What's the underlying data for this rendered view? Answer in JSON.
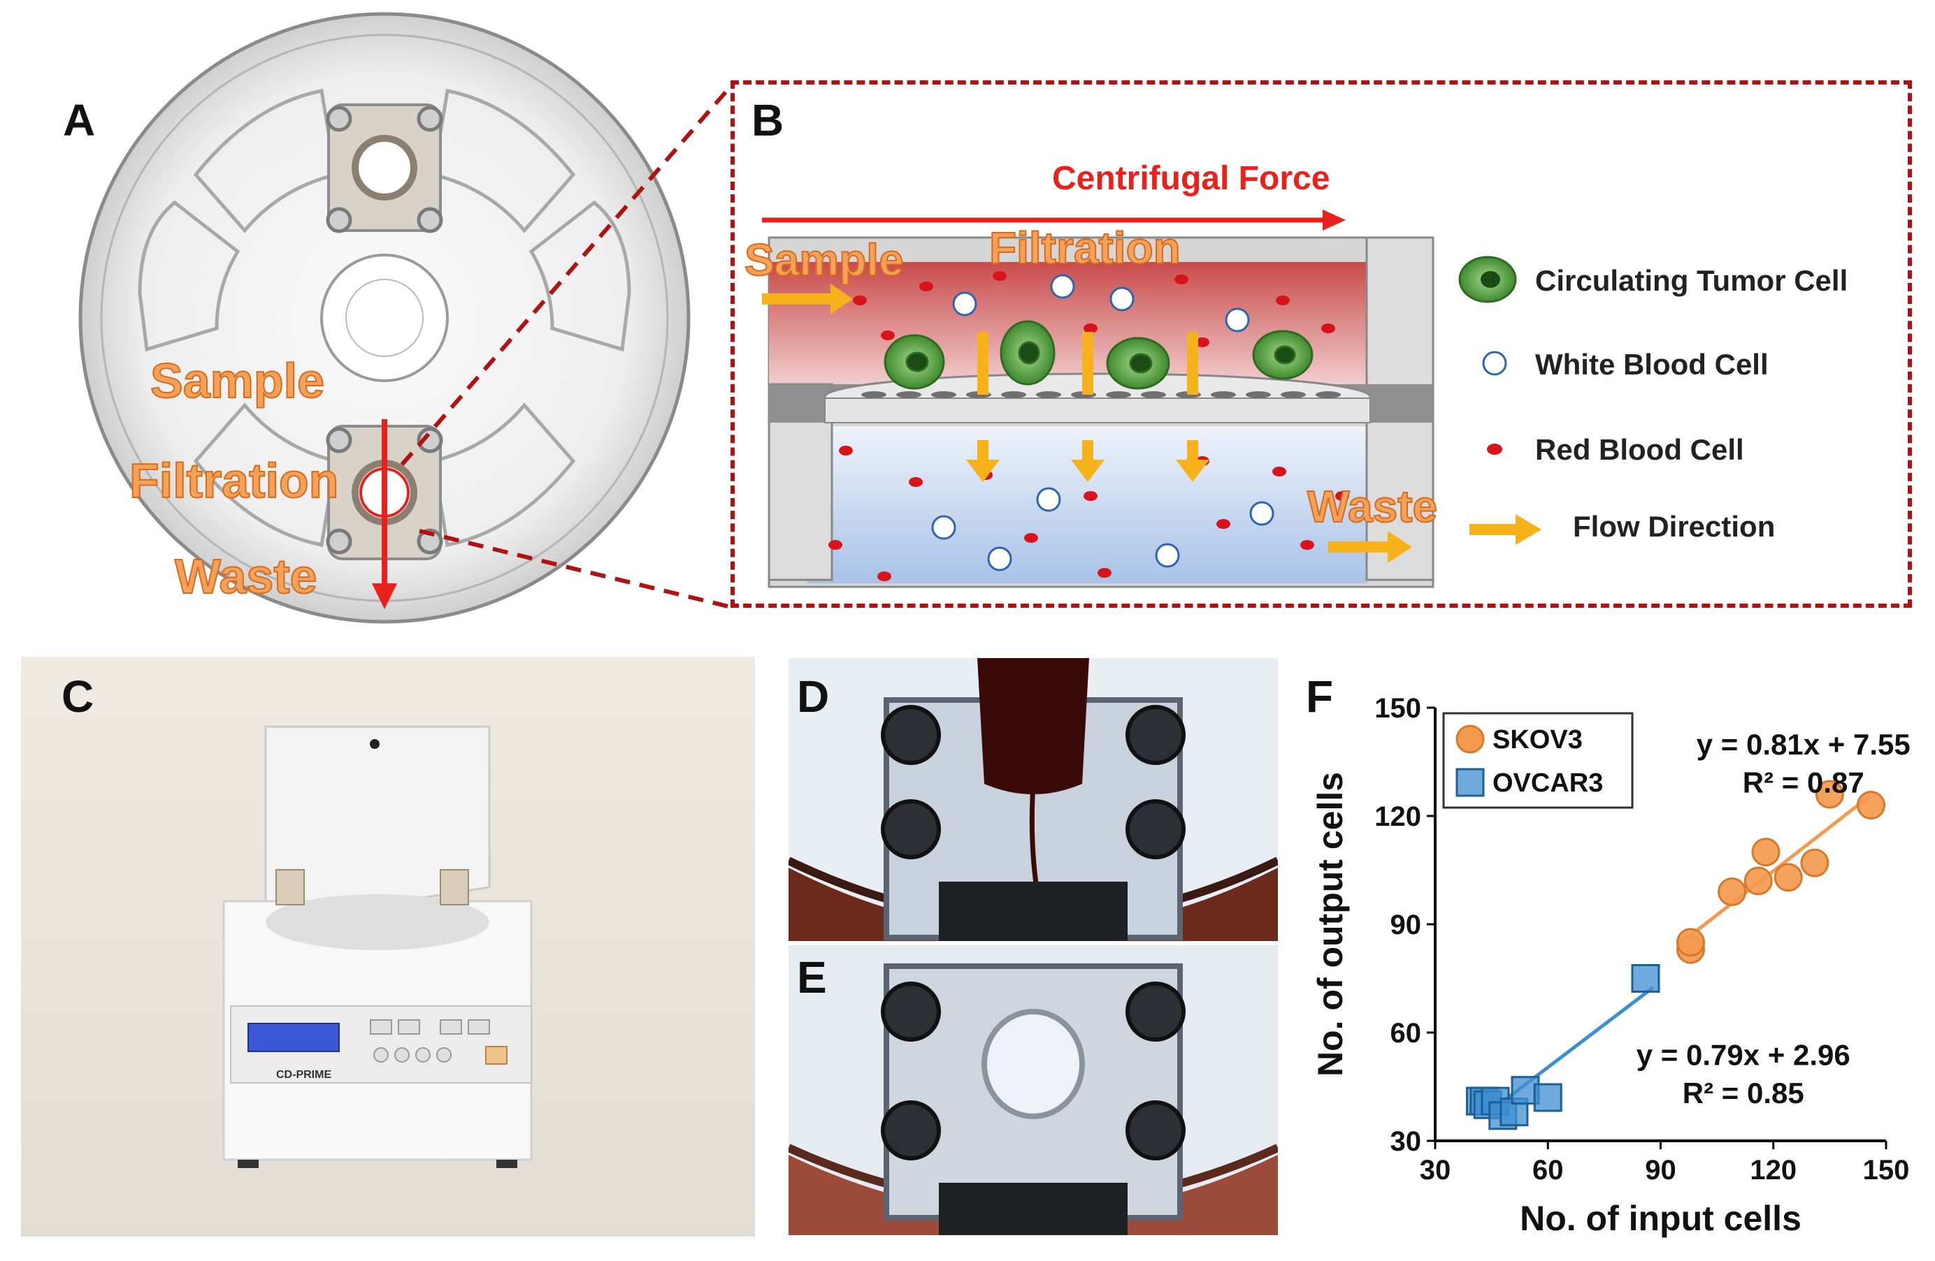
{
  "panels": {
    "a": {
      "letter": "A",
      "labels": {
        "sample": "Sample",
        "filtration": "Filtration",
        "waste": "Waste"
      }
    },
    "b": {
      "letter": "B",
      "force": "Centrifugal Force",
      "sample": "Sample",
      "filtration": "Filtration",
      "waste": "Waste",
      "legend": [
        "Circulating Tumor Cell",
        "White Blood Cell",
        "Red Blood Cell",
        "Flow Direction"
      ]
    },
    "c": {
      "letter": "C",
      "device_label": "CD-PRIME"
    },
    "d": {
      "letter": "D"
    },
    "e": {
      "letter": "E"
    },
    "f": {
      "letter": "F"
    }
  },
  "colors": {
    "orange_label": "#f4a15a",
    "red_arrow": "#e8211d",
    "flow_yellow": "#f7b21b",
    "skov3": "#f39a4f",
    "ovcar3": "#3d8fd0",
    "ctc_green": "#4f9a3c"
  },
  "chart_data": {
    "type": "scatter",
    "xlabel": "No. of input cells",
    "ylabel": "No. of output cells",
    "xlim": [
      30,
      150
    ],
    "ylim": [
      30,
      150
    ],
    "xticks": [
      30,
      60,
      90,
      120,
      150
    ],
    "yticks": [
      30,
      60,
      90,
      120,
      150
    ],
    "grid": false,
    "legend_position": "top-left",
    "series": [
      {
        "name": "SKOV3",
        "marker": "circle",
        "color": "#f39a4f",
        "points": [
          [
            98,
            83
          ],
          [
            98,
            85
          ],
          [
            109,
            99
          ],
          [
            116,
            102
          ],
          [
            118,
            110
          ],
          [
            124,
            103
          ],
          [
            131,
            107
          ],
          [
            135,
            126
          ],
          [
            146,
            123
          ]
        ],
        "fit": {
          "slope": 0.81,
          "intercept": 7.55,
          "x_range": [
            98,
            146
          ]
        },
        "equation": "y = 0.81x + 7.55",
        "r2": "R² = 0.87"
      },
      {
        "name": "OVCAR3",
        "marker": "square",
        "color": "#3d8fd0",
        "points": [
          [
            42,
            41
          ],
          [
            43,
            41
          ],
          [
            44,
            40
          ],
          [
            46,
            41
          ],
          [
            48,
            37
          ],
          [
            51,
            38
          ],
          [
            54,
            44
          ],
          [
            60,
            42
          ],
          [
            86,
            75
          ]
        ],
        "fit": {
          "slope": 0.79,
          "intercept": 2.96,
          "x_range": [
            44,
            88
          ]
        },
        "equation": "y = 0.79x + 2.96",
        "r2": "R² = 0.85"
      }
    ]
  }
}
